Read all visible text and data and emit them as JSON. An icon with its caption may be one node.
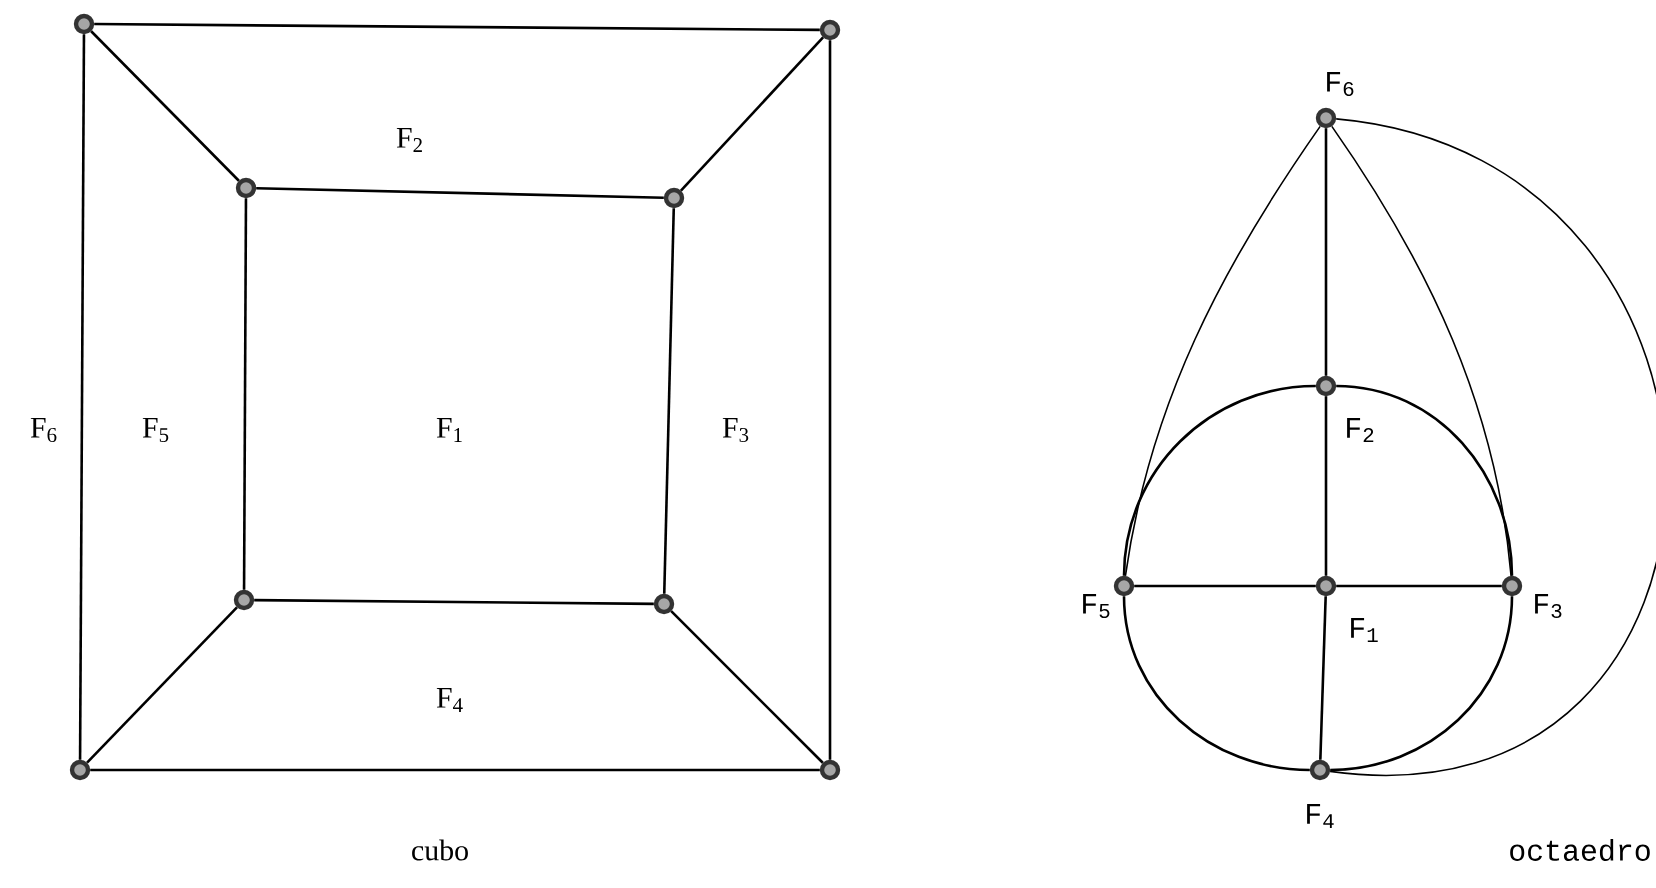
{
  "diagram": {
    "nodes": [
      {
        "text": [],
        "shape": "circle"
      },
      {
        "text": [],
        "shape": "circle"
      },
      {
        "text": [],
        "shape": "circle"
      },
      {
        "text": [],
        "shape": "circle"
      },
      {
        "text": [],
        "shape": "circle"
      },
      {
        "text": [],
        "shape": "circle"
      },
      {
        "text": [],
        "shape": "circle"
      },
      {
        "text": [],
        "shape": "circle"
      },
      {
        "text": [],
        "shape": "circle",
        "beside": [
          "F$_{6}$"
        ]
      },
      {
        "text": [],
        "shape": "circle",
        "beside": [
          "F$_{2}$"
        ]
      },
      {
        "text": [],
        "shape": "circle",
        "beside": [
          "F$_{5}$"
        ]
      },
      {
        "text": [],
        "shape": "circle",
        "beside": [
          "F$_{1}$"
        ]
      },
      {
        "text": [],
        "shape": "circle",
        "beside": [
          "F$_{3}$"
        ]
      },
      {
        "text": [],
        "shape": "circle",
        "beside": [
          "F$_{4}$"
        ]
      }
    ],
    "edges": [
      {
        "from": 0,
        "to": 1,
        "arrow": "none"
      },
      {
        "from": 0,
        "to": 2,
        "arrow": "none"
      },
      {
        "from": 1,
        "to": 3,
        "arrow": "none"
      },
      {
        "from": 2,
        "to": 3,
        "arrow": "none"
      },
      {
        "from": 0,
        "to": 6,
        "arrow": "none"
      },
      {
        "from": 2,
        "to": 4,
        "arrow": "none"
      },
      {
        "from": 3,
        "to": 5,
        "arrow": "none"
      },
      {
        "from": 1,
        "to": 7,
        "arrow": "none"
      },
      {
        "from": 4,
        "to": 5,
        "arrow": "none"
      },
      {
        "from": 4,
        "to": 6,
        "arrow": "none"
      },
      {
        "from": 5,
        "to": 7,
        "arrow": "none"
      },
      {
        "from": 6,
        "to": 7,
        "arrow": "none"
      },
      {
        "from": 8,
        "to": 9,
        "arrow": "none"
      },
      {
        "from": 9,
        "to": 11,
        "arrow": "none"
      },
      {
        "from": 11,
        "to": 13,
        "arrow": "none"
      },
      {
        "from": 10,
        "to": 11,
        "arrow": "none"
      },
      {
        "from": 11,
        "to": 12,
        "arrow": "none"
      },
      {
        "from": 10,
        "to": 9,
        "arrow": "none"
      },
      {
        "from": 9,
        "to": 12,
        "arrow": "none"
      },
      {
        "from": 12,
        "to": 13,
        "arrow": "none"
      },
      {
        "from": 13,
        "to": 10,
        "arrow": "none"
      },
      {
        "from": 8,
        "to": 10,
        "arrow": "none"
      },
      {
        "from": 8,
        "to": 12,
        "arrow": "none"
      },
      {
        "from": 8,
        "to": 13,
        "arrow": "none"
      }
    ],
    "labels": [
      "F$_{2}$",
      "F$_{6}$",
      "F$_{5}$",
      "F$_{1}$",
      "F$_{3}$",
      "F$_{4}$",
      "cubo",
      "octaedro"
    ]
  }
}
